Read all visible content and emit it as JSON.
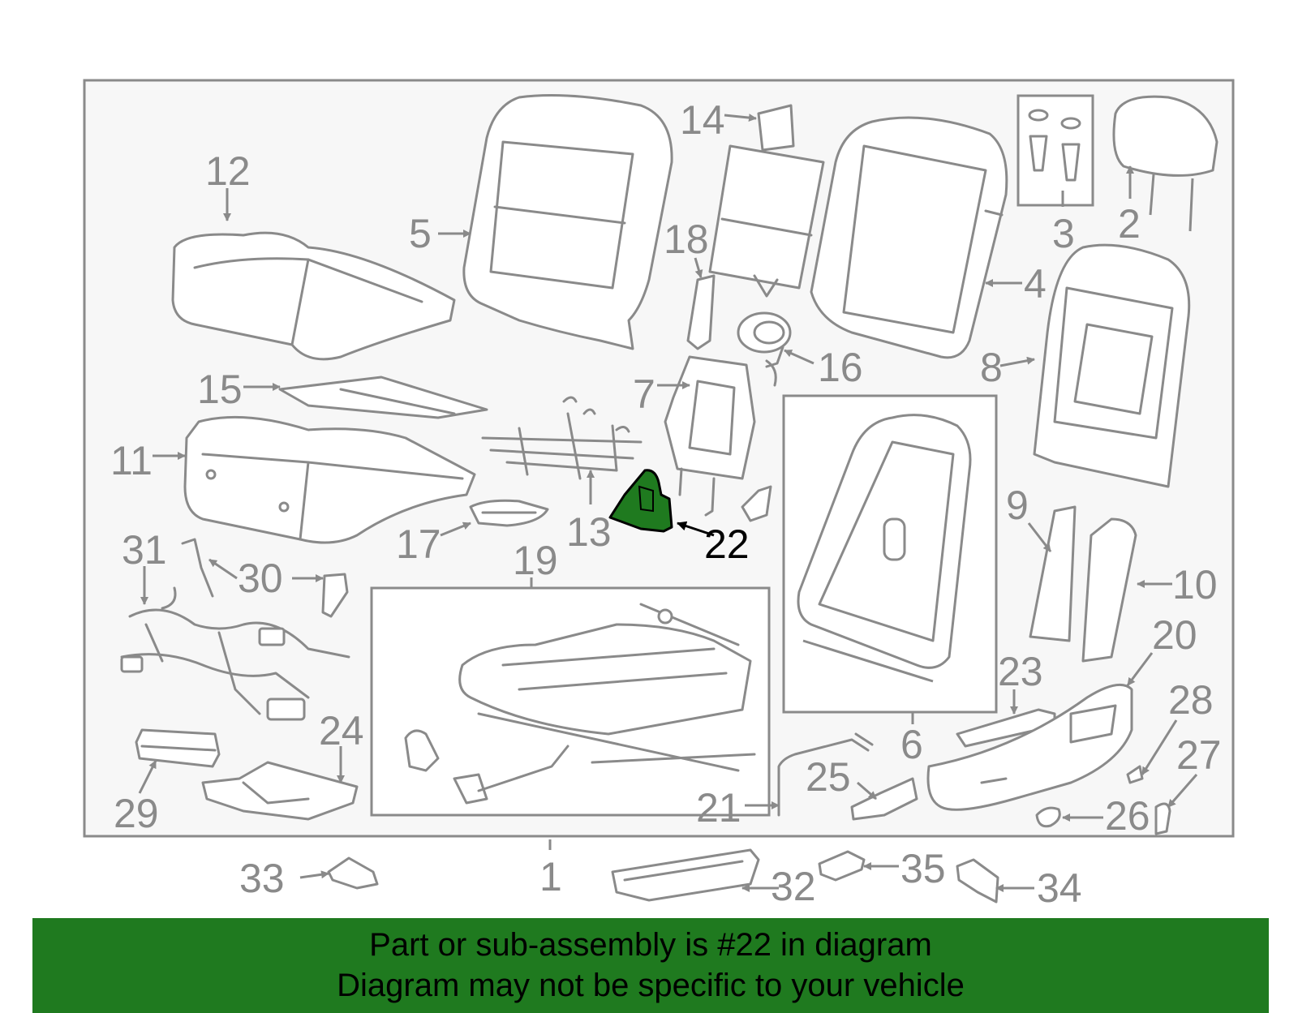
{
  "diagram": {
    "highlighted_part": "22",
    "colors": {
      "highlight": "#1f7a1f",
      "outline": "#8a8a8a",
      "frame_fill": "#f7f7f7"
    },
    "labels": {
      "p1": "1",
      "p2": "2",
      "p3": "3",
      "p4": "4",
      "p5": "5",
      "p6": "6",
      "p7": "7",
      "p8": "8",
      "p9": "9",
      "p10": "10",
      "p11": "11",
      "p12": "12",
      "p13": "13",
      "p14": "14",
      "p15": "15",
      "p16": "16",
      "p17": "17",
      "p18": "18",
      "p19": "19",
      "p20": "20",
      "p21": "21",
      "p22": "22",
      "p23": "23",
      "p24": "24",
      "p25": "25",
      "p26": "26",
      "p27": "27",
      "p28": "28",
      "p29": "29",
      "p30": "30",
      "p31": "31",
      "p32": "32",
      "p33": "33",
      "p34": "34",
      "p35": "35"
    }
  },
  "banner": {
    "line1": "Part or sub-assembly is #22 in diagram",
    "line2": "Diagram may not be specific to your vehicle"
  }
}
